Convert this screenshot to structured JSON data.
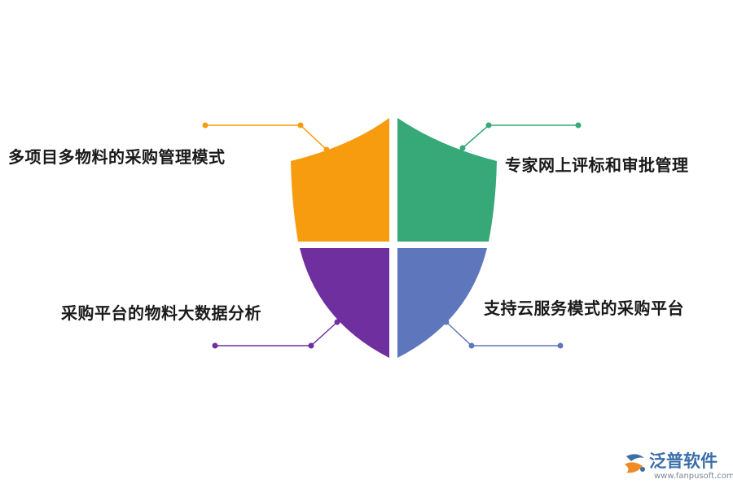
{
  "quadrants": [
    {
      "id": "tl",
      "label": "多项目多物料的采购管理模式",
      "color": "#f79c0f"
    },
    {
      "id": "tr",
      "label": "专家网上评标和审批管理",
      "color": "#37a877"
    },
    {
      "id": "bl",
      "label": "采购平台的物料大数据分析",
      "color": "#6f2f9f"
    },
    {
      "id": "br",
      "label": "支持云服务模式的采购平台",
      "color": "#5e76bc"
    }
  ],
  "logo": {
    "name": "泛普软件",
    "url": "www.fanpusoft.com",
    "icon": "fanpu-logo-icon",
    "color": "#3b6ea8"
  }
}
